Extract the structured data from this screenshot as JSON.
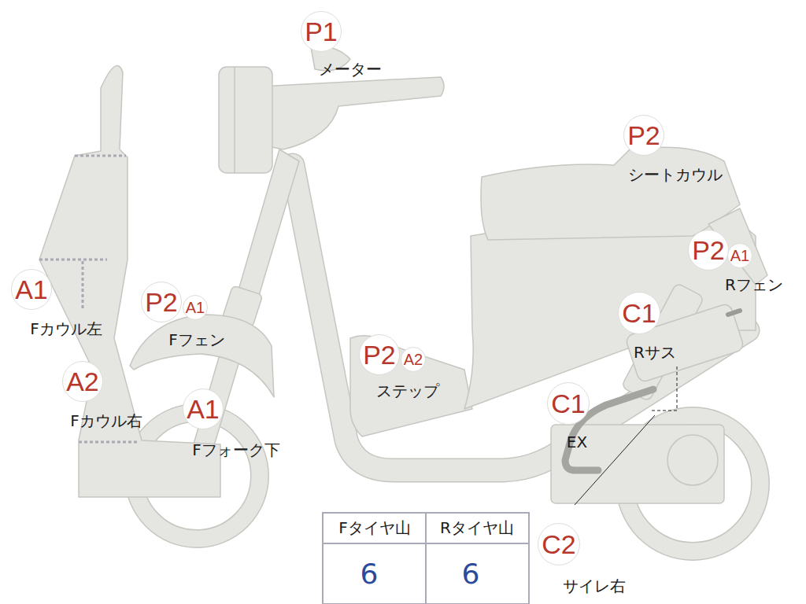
{
  "diagram": {
    "nodes": [
      {
        "text": [
          "P1"
        ]
      },
      {
        "text": [
          "P2"
        ]
      },
      {
        "text": [
          "A1"
        ]
      },
      {
        "text": [
          "P2"
        ]
      },
      {
        "text": [
          "A1"
        ]
      },
      {
        "text": [
          "P2"
        ]
      },
      {
        "text": [
          "A1"
        ]
      },
      {
        "text": [
          "C1"
        ]
      },
      {
        "text": [
          "A2"
        ]
      },
      {
        "text": [
          "A1"
        ]
      },
      {
        "text": [
          "P2"
        ]
      },
      {
        "text": [
          "A2"
        ]
      },
      {
        "text": [
          "C1"
        ]
      },
      {
        "text": [
          "C2"
        ]
      }
    ],
    "labels": [
      "メーター",
      "シートカウル",
      "Fカウル左",
      "Rフェン",
      "Fフェン",
      "Rサス",
      "Fカウル右",
      "Fフォーク下",
      "ステップ",
      "EX",
      "Fタイヤ山",
      "Rタイヤ山",
      "6",
      "6",
      "サイレ右"
    ]
  }
}
